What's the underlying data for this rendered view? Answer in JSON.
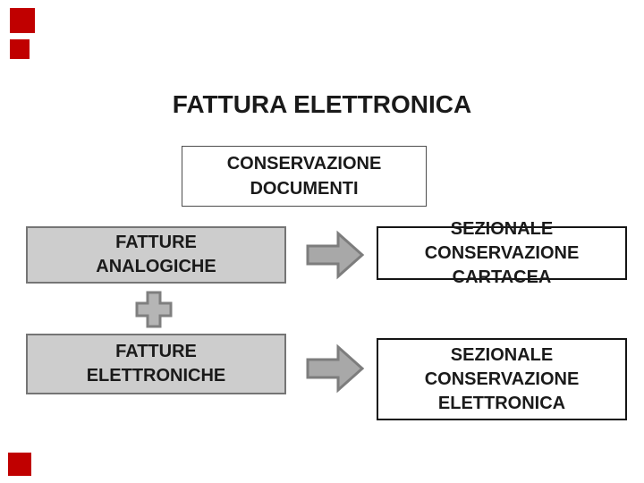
{
  "title": {
    "text": "FATTURA ELETTRONICA"
  },
  "diagram": {
    "top_box": {
      "line1": "CONSERVAZIONE",
      "line2": "DOCUMENTI"
    },
    "source_boxes": {
      "fatture_analogiche": {
        "line1": "FATTURE",
        "line2": "ANALOGICHE"
      },
      "fatture_elettroniche": {
        "line1": "FATTURE",
        "line2": "ELETTRONICHE"
      }
    },
    "target_boxes": {
      "sezionale_cartacea": {
        "line1": "SEZIONALE",
        "line2": "CONSERVAZIONE CARTACEA"
      },
      "sezionale_elettronica": {
        "line1": "SEZIONALE",
        "line2": "CONSERVAZIONE",
        "line3": "ELETTRONICA"
      }
    },
    "icons": {
      "arrow": "right-block-arrow",
      "operator": "plus-sign"
    }
  },
  "colors": {
    "accent_red": "#c00000",
    "gray_box_fill": "#cdcdcd",
    "gray_box_border": "#757575",
    "arrow_fill": "#a8a8a8",
    "arrow_border": "#7d7d7d",
    "plus_fill": "#b5b5b5",
    "plus_border": "#7f7f7f",
    "white_box_border": "#151515",
    "text": "#1a1a1a"
  }
}
